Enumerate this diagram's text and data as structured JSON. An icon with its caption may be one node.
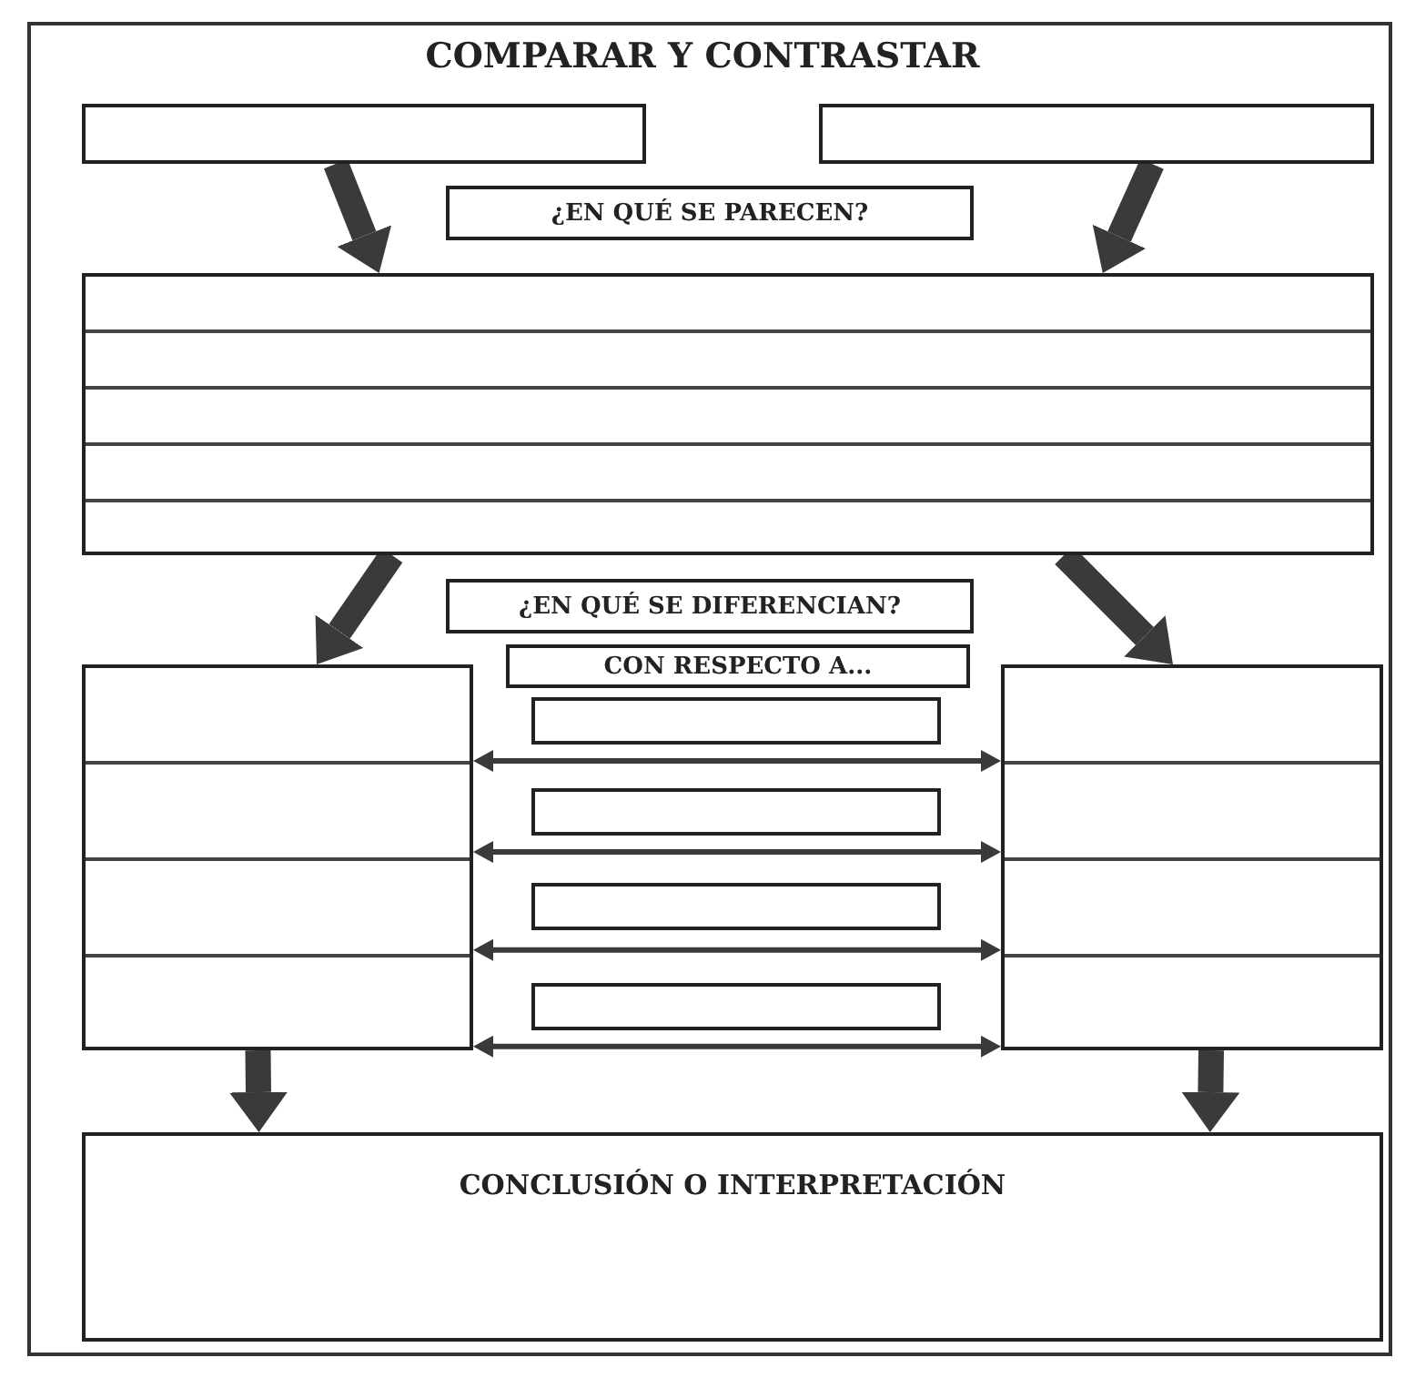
{
  "diagram": {
    "title": "COMPARAR Y CONTRASTAR",
    "nodes": [
      {
        "text": [],
        "shape": "box"
      },
      {
        "text": [],
        "shape": "box"
      },
      {
        "text": [
          "¿EN QUÉ SE PARECEN?"
        ]
      },
      {
        "text": [],
        "shape": "box"
      },
      {
        "text": [
          "¿EN QUÉ SE DIFERENCIAN?"
        ]
      },
      {
        "text": [
          "CON RESPECTO A..."
        ]
      },
      {
        "text": [],
        "shape": "box"
      },
      {
        "text": [],
        "shape": "box"
      },
      {
        "text": [],
        "shape": "box"
      },
      {
        "text": [],
        "shape": "box"
      },
      {
        "text": [],
        "shape": "box"
      },
      {
        "text": [],
        "shape": "box"
      },
      {
        "text": [
          "CONCLUSIÓN O INTERPRETACIÓN"
        ]
      }
    ],
    "edges": [
      {
        "from": 0,
        "to": 3,
        "arrow": "to"
      },
      {
        "from": 1,
        "to": 3,
        "arrow": "to"
      },
      {
        "from": 3,
        "to": 6,
        "arrow": "to"
      },
      {
        "from": 3,
        "to": 11,
        "arrow": "to"
      },
      {
        "from": 6,
        "to": 11,
        "arrow": "both"
      },
      {
        "from": 6,
        "to": 11,
        "arrow": "both"
      },
      {
        "from": 6,
        "to": 11,
        "arrow": "both"
      },
      {
        "from": 6,
        "to": 11,
        "arrow": "both"
      },
      {
        "from": 6,
        "to": 12,
        "arrow": "to"
      },
      {
        "from": 11,
        "to": 12,
        "arrow": "to"
      }
    ]
  }
}
